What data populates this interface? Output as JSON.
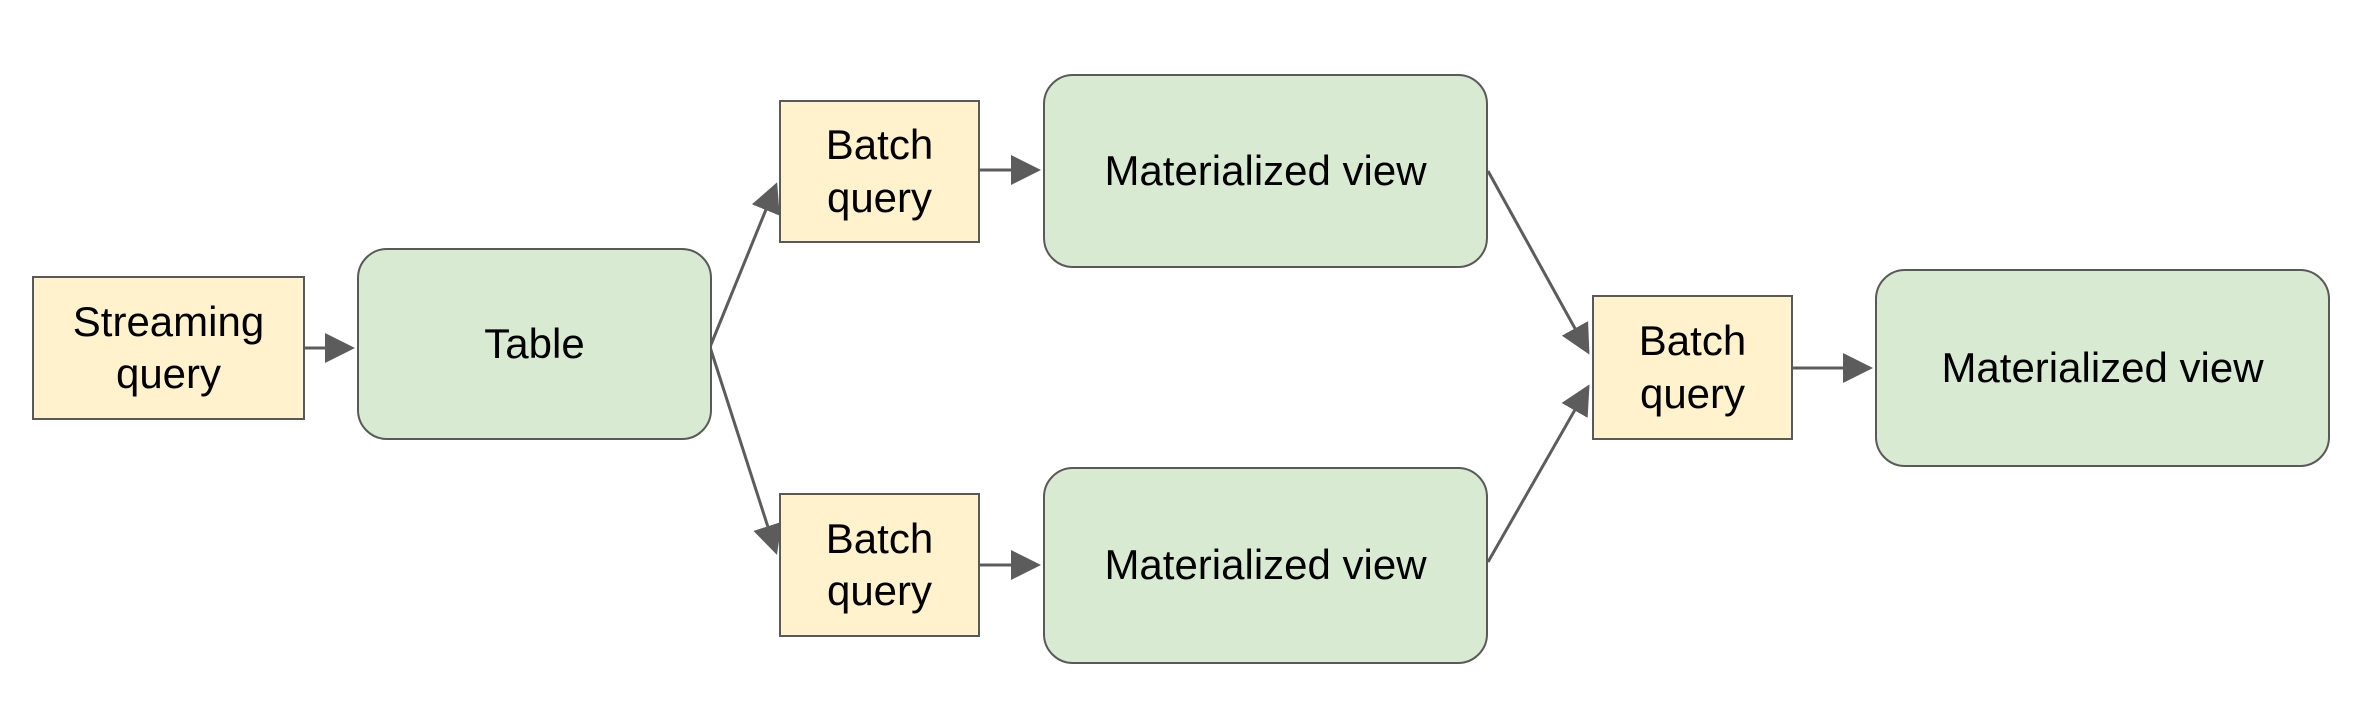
{
  "diagram": {
    "kind": "flow-diagram",
    "nodes": [
      {
        "id": "streaming-query",
        "label": "Streaming query",
        "shape": "rectangle",
        "fill": "#fff2cc"
      },
      {
        "id": "table",
        "label": "Table",
        "shape": "rounded-rectangle",
        "fill": "#d9ead3"
      },
      {
        "id": "batch-query-top",
        "label": "Batch query",
        "shape": "rectangle",
        "fill": "#fff2cc"
      },
      {
        "id": "materialized-view-top",
        "label": "Materialized view",
        "shape": "rounded-rectangle",
        "fill": "#d9ead3"
      },
      {
        "id": "batch-query-bottom",
        "label": "Batch query",
        "shape": "rectangle",
        "fill": "#fff2cc"
      },
      {
        "id": "materialized-view-bottom",
        "label": "Materialized view",
        "shape": "rounded-rectangle",
        "fill": "#d9ead3"
      },
      {
        "id": "batch-query-right",
        "label": "Batch query",
        "shape": "rectangle",
        "fill": "#fff2cc"
      },
      {
        "id": "materialized-view-right",
        "label": "Materialized view",
        "shape": "rounded-rectangle",
        "fill": "#d9ead3"
      }
    ],
    "edges": [
      {
        "from": "streaming-query",
        "to": "table"
      },
      {
        "from": "table",
        "to": "batch-query-top"
      },
      {
        "from": "table",
        "to": "batch-query-bottom"
      },
      {
        "from": "batch-query-top",
        "to": "materialized-view-top"
      },
      {
        "from": "batch-query-bottom",
        "to": "materialized-view-bottom"
      },
      {
        "from": "materialized-view-top",
        "to": "batch-query-right"
      },
      {
        "from": "materialized-view-bottom",
        "to": "batch-query-right"
      },
      {
        "from": "batch-query-right",
        "to": "materialized-view-right"
      }
    ],
    "colors": {
      "query_fill": "#fff2cc",
      "view_fill": "#d9ead3",
      "border": "#595959",
      "arrow": "#5c5c5c",
      "text": "#000000",
      "background": "#ffffff"
    }
  }
}
